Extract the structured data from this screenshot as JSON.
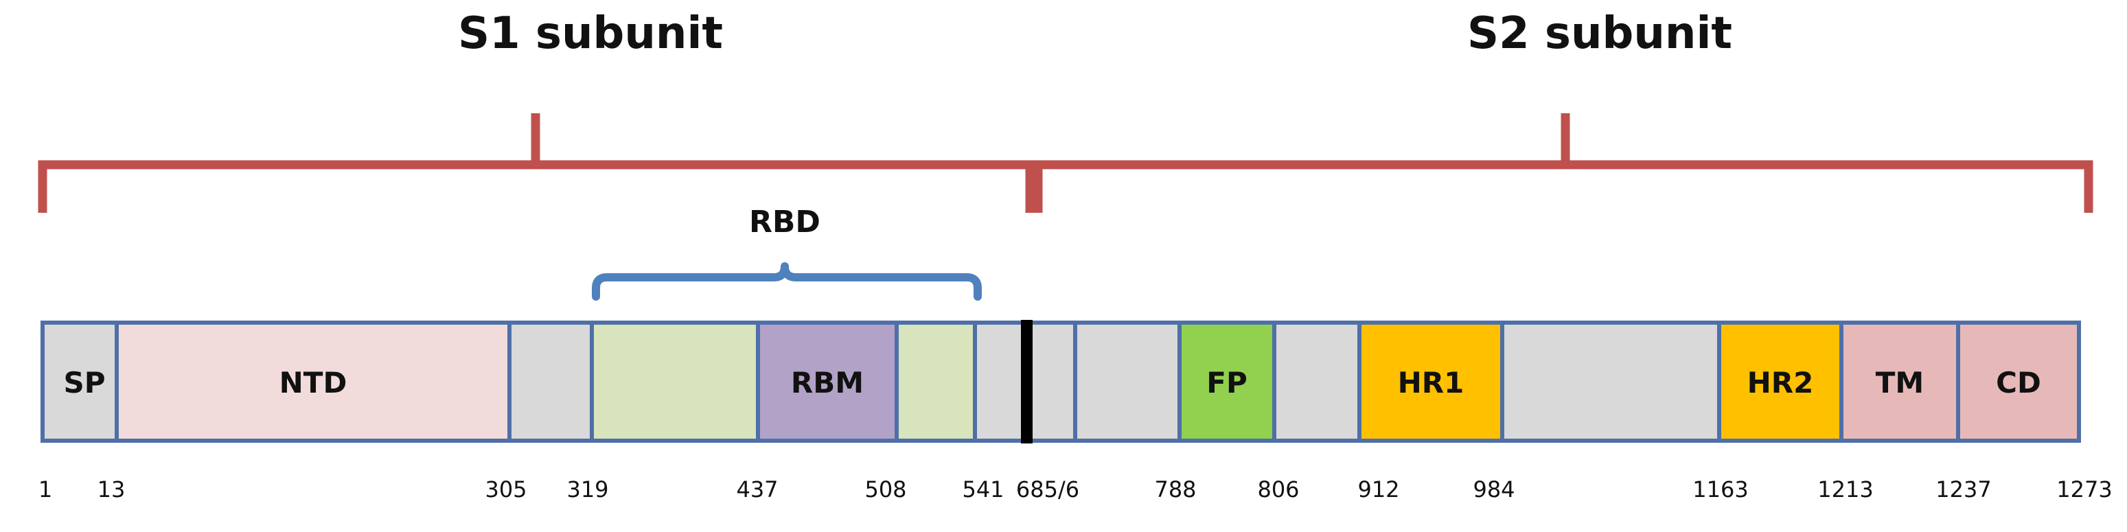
{
  "titles": {
    "s1": "S1 subunit",
    "s2": "S2 subunit",
    "rbd": "RBD"
  },
  "domains": [
    {
      "id": "sp",
      "label": "SP",
      "color": "#d9d9d9"
    },
    {
      "id": "ntd",
      "label": "NTD",
      "color": "#f2dcdb"
    },
    {
      "id": "g1",
      "label": "",
      "color": "#d9d9d9"
    },
    {
      "id": "rbd1",
      "label": "",
      "color": "#d7e4bc"
    },
    {
      "id": "rbm",
      "label": "RBM",
      "color": "#b3a2c7"
    },
    {
      "id": "rbd2",
      "label": "",
      "color": "#d7e4bc"
    },
    {
      "id": "g2",
      "label": "",
      "color": "#d9d9d9"
    },
    {
      "id": "g3",
      "label": "",
      "color": "#d9d9d9"
    },
    {
      "id": "fp",
      "label": "FP",
      "color": "#92d050"
    },
    {
      "id": "g4",
      "label": "",
      "color": "#d9d9d9"
    },
    {
      "id": "hr1",
      "label": "HR1",
      "color": "#ffc000"
    },
    {
      "id": "g5",
      "label": "",
      "color": "#d9d9d9"
    },
    {
      "id": "hr2",
      "label": "HR2",
      "color": "#ffc000"
    },
    {
      "id": "tm",
      "label": "TM",
      "color": "#e6b9b8"
    },
    {
      "id": "cd",
      "label": "CD",
      "color": "#e6b9b8"
    }
  ],
  "positions": [
    "1",
    "13",
    "305",
    "319",
    "437",
    "508",
    "541",
    "685/6",
    "788",
    "806",
    "912",
    "984",
    "1163",
    "1213",
    "1237",
    "1273"
  ],
  "colors": {
    "bracket_subunit": "#c0504d",
    "bracket_rbd": "#4f81bd",
    "box_border": "#4f6fa8",
    "cleavage_mark": "#000000"
  }
}
